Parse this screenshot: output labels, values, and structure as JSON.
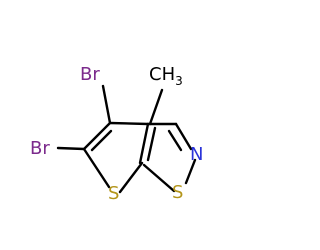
{
  "molecule": {
    "atoms": {
      "br_upper": {
        "symbol": "Br",
        "color": "#7b2a8c"
      },
      "br_lower": {
        "symbol": "Br",
        "color": "#7b2a8c"
      },
      "methyl": {
        "symbol": "CH",
        "subscript": "3",
        "color": "#000000"
      },
      "nitrogen": {
        "symbol": "N",
        "color": "#2a33d9"
      },
      "sulfur_thiophene": {
        "symbol": "S",
        "color": "#b3951a"
      },
      "sulfur_isothiazole": {
        "symbol": "S",
        "color": "#b3951a"
      }
    },
    "bond_color": "#000000"
  }
}
